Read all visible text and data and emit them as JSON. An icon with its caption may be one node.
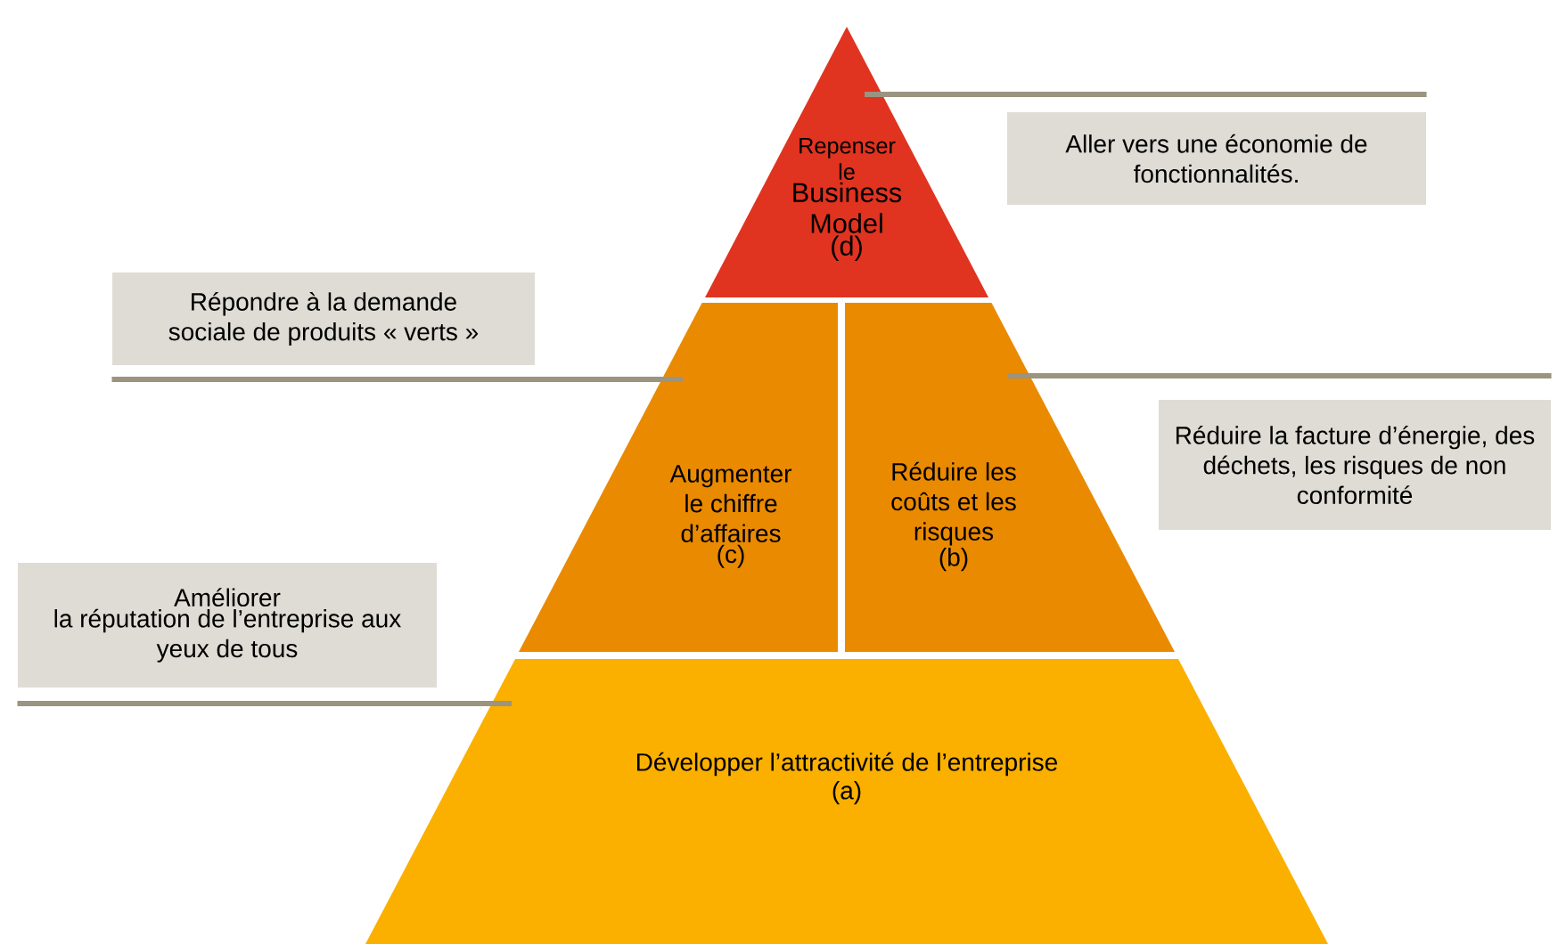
{
  "diagram": {
    "nodes": [
      {
        "text": [
          "Repenser le",
          "Business Model",
          "(d)"
        ]
      },
      {
        "text": [
          "Aller vers une économie de fonctionnalités."
        ]
      },
      {
        "text": [
          "Répondre à la demande sociale de produits « verts »"
        ]
      },
      {
        "text": [
          "Augmenter le chiffre d’affaires",
          "(c)"
        ]
      },
      {
        "text": [
          "Réduire les coûts et les risques",
          "(b)"
        ]
      },
      {
        "text": [
          "Réduire la facture d’énergie, des déchets, les risques de non conformité"
        ]
      },
      {
        "text": [
          "Améliorer",
          "la réputation de l’entreprise aux yeux de tous"
        ]
      },
      {
        "text": [
          "Développer l’attractivité de l’entreprise",
          "(a)"
        ]
      }
    ],
    "edges": [
      {
        "from": 1,
        "to": 0,
        "arrow": "none"
      },
      {
        "from": 2,
        "to": 3,
        "arrow": "none"
      },
      {
        "from": 5,
        "to": 4,
        "arrow": "none"
      },
      {
        "from": 6,
        "to": 7,
        "arrow": "none"
      }
    ]
  }
}
